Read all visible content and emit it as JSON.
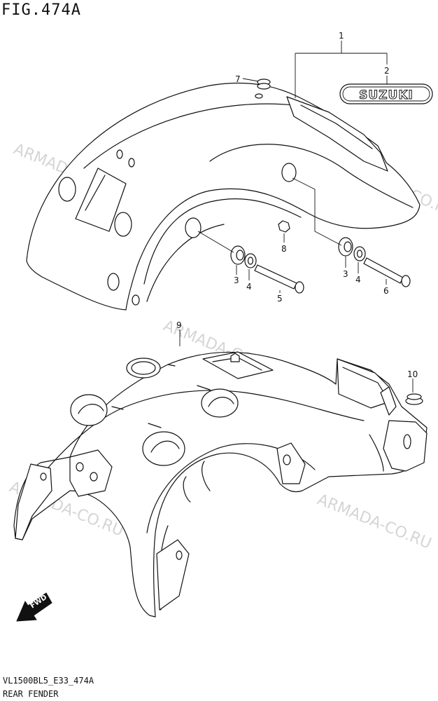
{
  "figure": {
    "title": "FIG.474A"
  },
  "footer": {
    "model_code": "VL1500BL5_E33_474A",
    "caption": "REAR FENDER"
  },
  "watermark": {
    "text": "ARMADA-CO.RU"
  },
  "logo": {
    "text": "SUZUKI"
  },
  "fwd_label": "FWD",
  "callouts": [
    "1",
    "2",
    "3",
    "4",
    "5",
    "6",
    "7",
    "8",
    "9",
    "10"
  ]
}
